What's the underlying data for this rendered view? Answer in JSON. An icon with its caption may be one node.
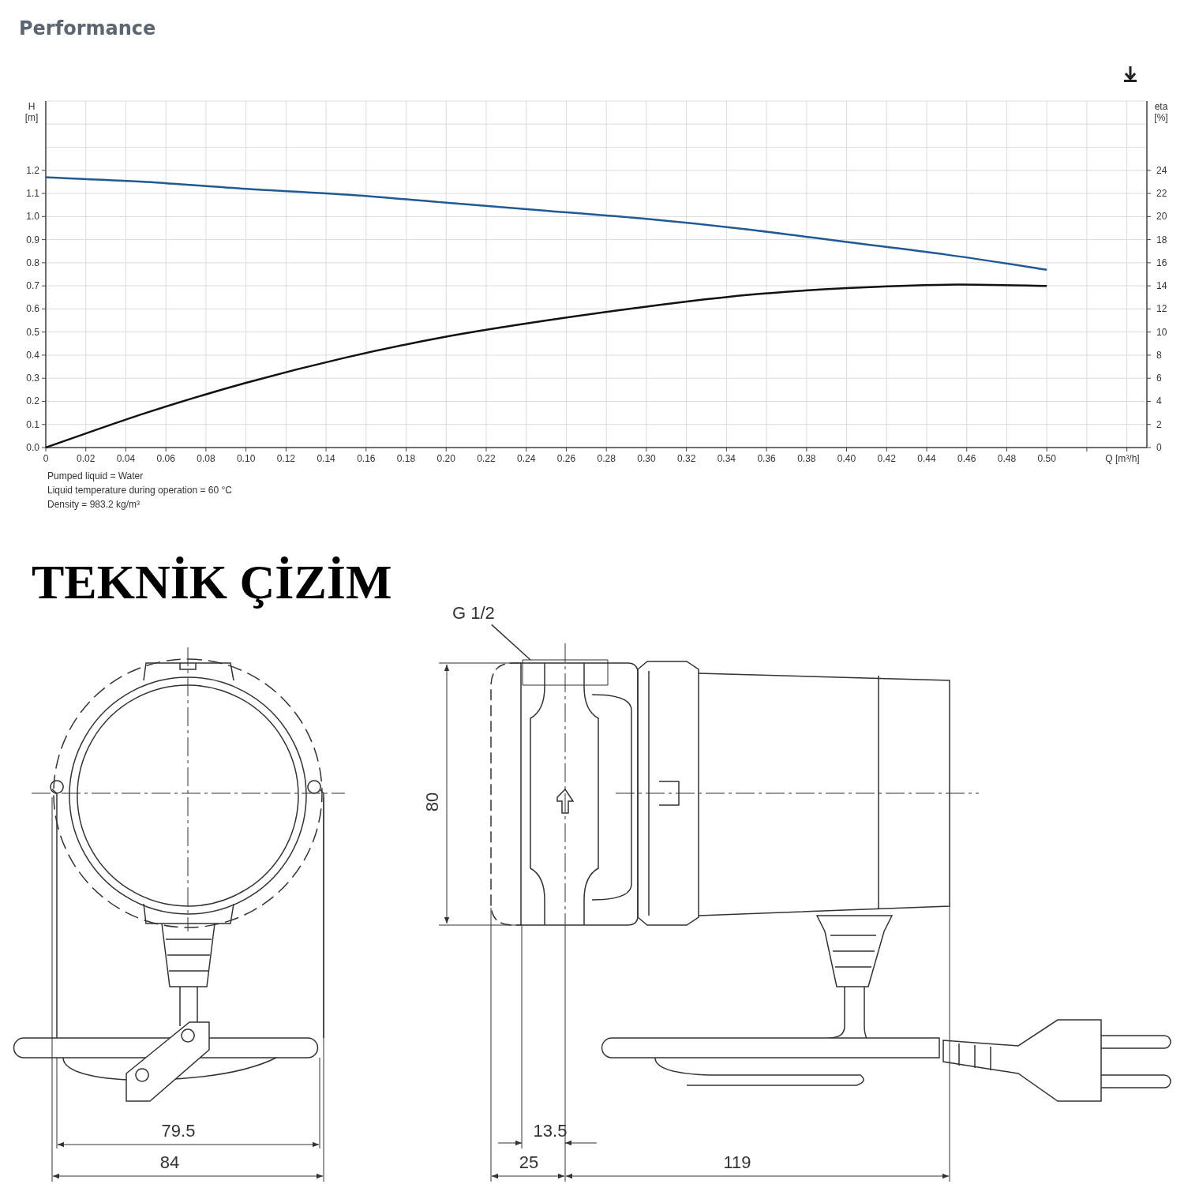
{
  "diagram": {
    "title": "Performance",
    "nodes": [
      {
        "text": [
          "G 1/2"
        ]
      },
      {
        "text": [],
        "shape": "box"
      }
    ],
    "edges": [
      {
        "from": 0,
        "to": 1,
        "arrow": "none"
      }
    ],
    "labels": [
      "TEKNİK ÇİZİM",
      "Pumped liquid = Water",
      "Liquid temperature during operation = 60 °C",
      "Density = 983.2 kg/m³",
      "80",
      "79.5",
      "84",
      "13.5",
      "25",
      "119"
    ],
    "chart_data": {
      "type": "line",
      "xlabel": "Q [m³/h]",
      "ylabel": "H [m]",
      "x": [
        0,
        0.05,
        0.1,
        0.15,
        0.2,
        0.25,
        0.3,
        0.35,
        0.4,
        0.45,
        0.5
      ],
      "series": [
        {
          "color": "#1f5a96",
          "values": [
            1.17,
            1.15,
            1.12,
            1.095,
            1.06,
            1.025,
            0.99,
            0.945,
            0.89,
            0.835,
            0.77
          ]
        },
        {
          "color": "#111111",
          "axis": "y2",
          "values": [
            0,
            3.0,
            5.6,
            7.8,
            9.6,
            11.0,
            12.2,
            13.2,
            13.8,
            14.1,
            14.0
          ]
        }
      ],
      "xlim": [
        0,
        0.55
      ],
      "ylim": [
        0,
        1.5
      ],
      "y2lim": [
        0,
        30
      ],
      "y2label": "eta [%]",
      "grid": true,
      "y2ticks": [
        0,
        2,
        4,
        6,
        8,
        10,
        12,
        14,
        16,
        18,
        20,
        22,
        24
      ],
      "xticks": [
        {
          "value": 0,
          "label": "0"
        },
        {
          "value": 0.02,
          "label": "0.02"
        },
        {
          "value": 0.04,
          "label": "0.04"
        },
        {
          "value": 0.06,
          "label": "0.06"
        },
        {
          "value": 0.08,
          "label": "0.08"
        },
        {
          "value": 0.1,
          "label": "0.10"
        },
        {
          "value": 0.12,
          "label": "0.12"
        },
        {
          "value": 0.14,
          "label": "0.14"
        },
        {
          "value": 0.16,
          "label": "0.16"
        },
        {
          "value": 0.18,
          "label": "0.18"
        },
        {
          "value": 0.2,
          "label": "0.20"
        },
        {
          "value": 0.22,
          "label": "0.22"
        },
        {
          "value": 0.24,
          "label": "0.24"
        },
        {
          "value": 0.26,
          "label": "0.26"
        },
        {
          "value": 0.28,
          "label": "0.28"
        },
        {
          "value": 0.3,
          "label": "0.30"
        },
        {
          "value": 0.32,
          "label": "0.32"
        },
        {
          "value": 0.34,
          "label": "0.34"
        },
        {
          "value": 0.36,
          "label": "0.36"
        },
        {
          "value": 0.38,
          "label": "0.38"
        },
        {
          "value": 0.4,
          "label": "0.40"
        },
        {
          "value": 0.42,
          "label": "0.42"
        },
        {
          "value": 0.44,
          "label": "0.44"
        },
        {
          "value": 0.46,
          "label": "0.46"
        },
        {
          "value": 0.48,
          "label": "0.48"
        },
        {
          "value": 0.5,
          "label": "0.50"
        }
      ],
      "yticks": [
        {
          "value": 0,
          "label": "0.0"
        },
        {
          "value": 0.1,
          "label": "0.1"
        },
        {
          "value": 0.2,
          "label": "0.2"
        },
        {
          "value": 0.3,
          "label": "0.3"
        },
        {
          "value": 0.4,
          "label": "0.4"
        },
        {
          "value": 0.5,
          "label": "0.5"
        },
        {
          "value": 0.6,
          "label": "0.6"
        },
        {
          "value": 0.7,
          "label": "0.7"
        },
        {
          "value": 0.8,
          "label": "0.8"
        },
        {
          "value": 0.9,
          "label": "0.9"
        },
        {
          "value": 1.0,
          "label": "1.0"
        },
        {
          "value": 1.1,
          "label": "1.1"
        },
        {
          "value": 1.2,
          "label": "1.2"
        }
      ]
    }
  }
}
